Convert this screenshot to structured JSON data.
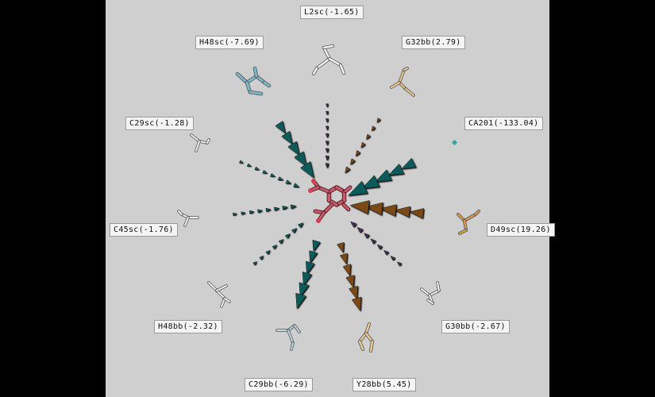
{
  "central_ligand": "ligand",
  "colors": {
    "background": "#cfcfcf",
    "teal": "#0f5a5a",
    "brown": "#7a4a12",
    "purple": "#4a2a5c",
    "ligand": "#c85a6a"
  },
  "residues": [
    {
      "id": "L2sc",
      "label": "L2sc(-1.65)",
      "value": -1.65
    },
    {
      "id": "G32bb",
      "label": "G32bb(2.79)",
      "value": 2.79
    },
    {
      "id": "CA201",
      "label": "CA201(-133.04)",
      "value": -133.04
    },
    {
      "id": "D49sc",
      "label": "D49sc(19.26)",
      "value": 19.26
    },
    {
      "id": "G30bb",
      "label": "G30bb(-2.67)",
      "value": -2.67
    },
    {
      "id": "Y28bb",
      "label": "Y28bb(5.45)",
      "value": 5.45
    },
    {
      "id": "C29bb",
      "label": "C29bb(-6.29)",
      "value": -6.29
    },
    {
      "id": "H48bb",
      "label": "H48bb(-2.32)",
      "value": -2.32
    },
    {
      "id": "C45sc",
      "label": "C45sc(-1.76)",
      "value": -1.76
    },
    {
      "id": "C29sc",
      "label": "C29sc(-1.28)",
      "value": -1.28
    },
    {
      "id": "H48sc",
      "label": "H48sc(-7.69)",
      "value": -7.69
    }
  ]
}
